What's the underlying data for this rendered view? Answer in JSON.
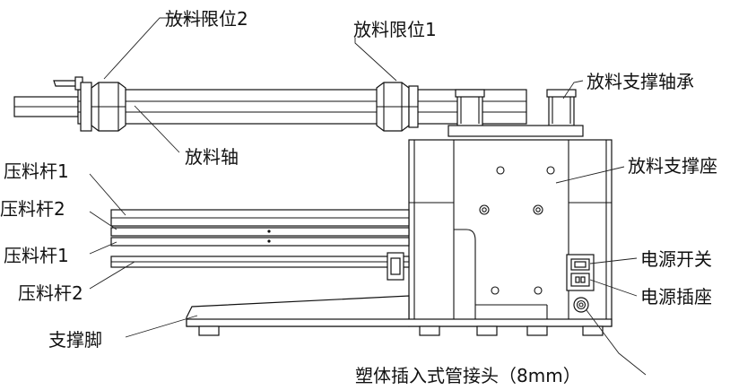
{
  "diagram": {
    "labels": {
      "unwind_limit_2": "放料限位2",
      "unwind_limit_1": "放料限位1",
      "unwind_support_bearing": "放料支撑轴承",
      "unwind_shaft": "放料轴",
      "unwind_support_base": "放料支撑座",
      "press_rod_1_top": "压料杆1",
      "press_rod_2_top": "压料杆2",
      "press_rod_1_bottom": "压料杆1",
      "press_rod_2_bottom": "压料杆2",
      "power_switch": "电源开关",
      "power_socket": "电源插座",
      "support_foot": "支撑脚",
      "push_in_fitting": "塑体插入式管接头（8mm）"
    }
  }
}
